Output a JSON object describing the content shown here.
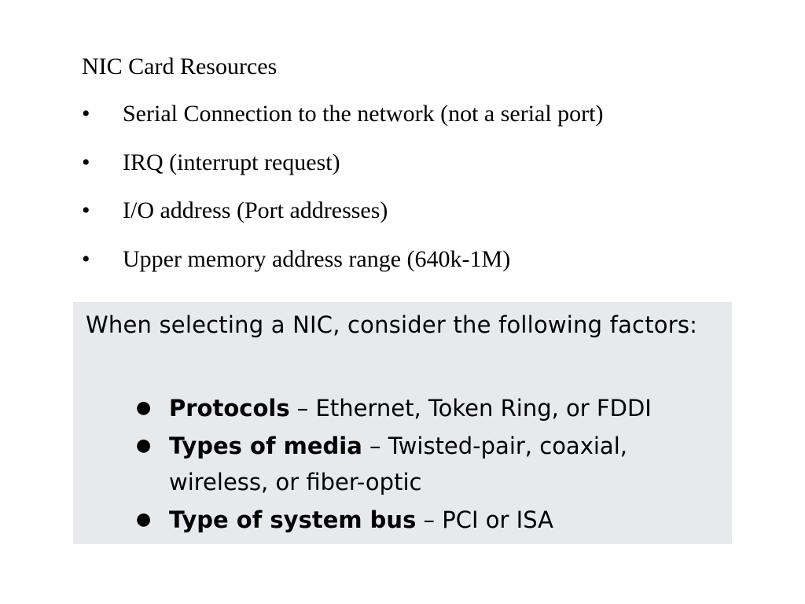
{
  "slide": {
    "title": "NIC Card Resources",
    "bullet_symbol": "•",
    "bullets": [
      "Serial Connection to the network (not a serial port)",
      "IRQ (interrupt request)",
      "I/O address (Port addresses)",
      "Upper memory address range (640k-1M)"
    ]
  },
  "callout": {
    "heading": "When selecting a NIC, consider the following factors:",
    "bullet_symbol": "●",
    "background_color": "#e8e9ec",
    "factors": [
      {
        "term": "Protocols",
        "separator": " – ",
        "detail": "Ethernet, Token Ring, or FDDI"
      },
      {
        "term": "Types of media",
        "separator": " – ",
        "detail": "Twisted-pair, coaxial, wireless, or fiber-optic"
      },
      {
        "term": "Type of system bus",
        "separator": " – ",
        "detail": "PCI or ISA"
      }
    ]
  }
}
